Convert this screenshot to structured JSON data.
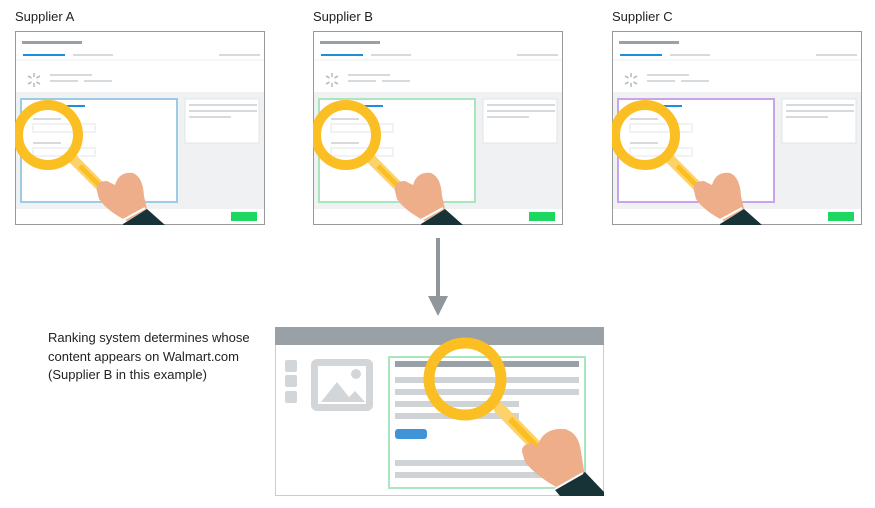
{
  "suppliers": [
    {
      "label": "Supplier A",
      "highlight_color": "#9ccbe3"
    },
    {
      "label": "Supplier B",
      "highlight_color": "#a9e6bf"
    },
    {
      "label": "Supplier C",
      "highlight_color": "#c9a3ec"
    }
  ],
  "caption": {
    "line1": "Ranking system determines whose",
    "line2": "content appears on Walmart.com",
    "line3": "(Supplier B in this example)"
  },
  "colors": {
    "magnifier": "#fbbf24",
    "hand": "#efae8a",
    "sleeve": "#173338",
    "button_green": "#1ed760",
    "accent_blue": "#1f8fdc",
    "winning_border": "#a9e6bf"
  }
}
